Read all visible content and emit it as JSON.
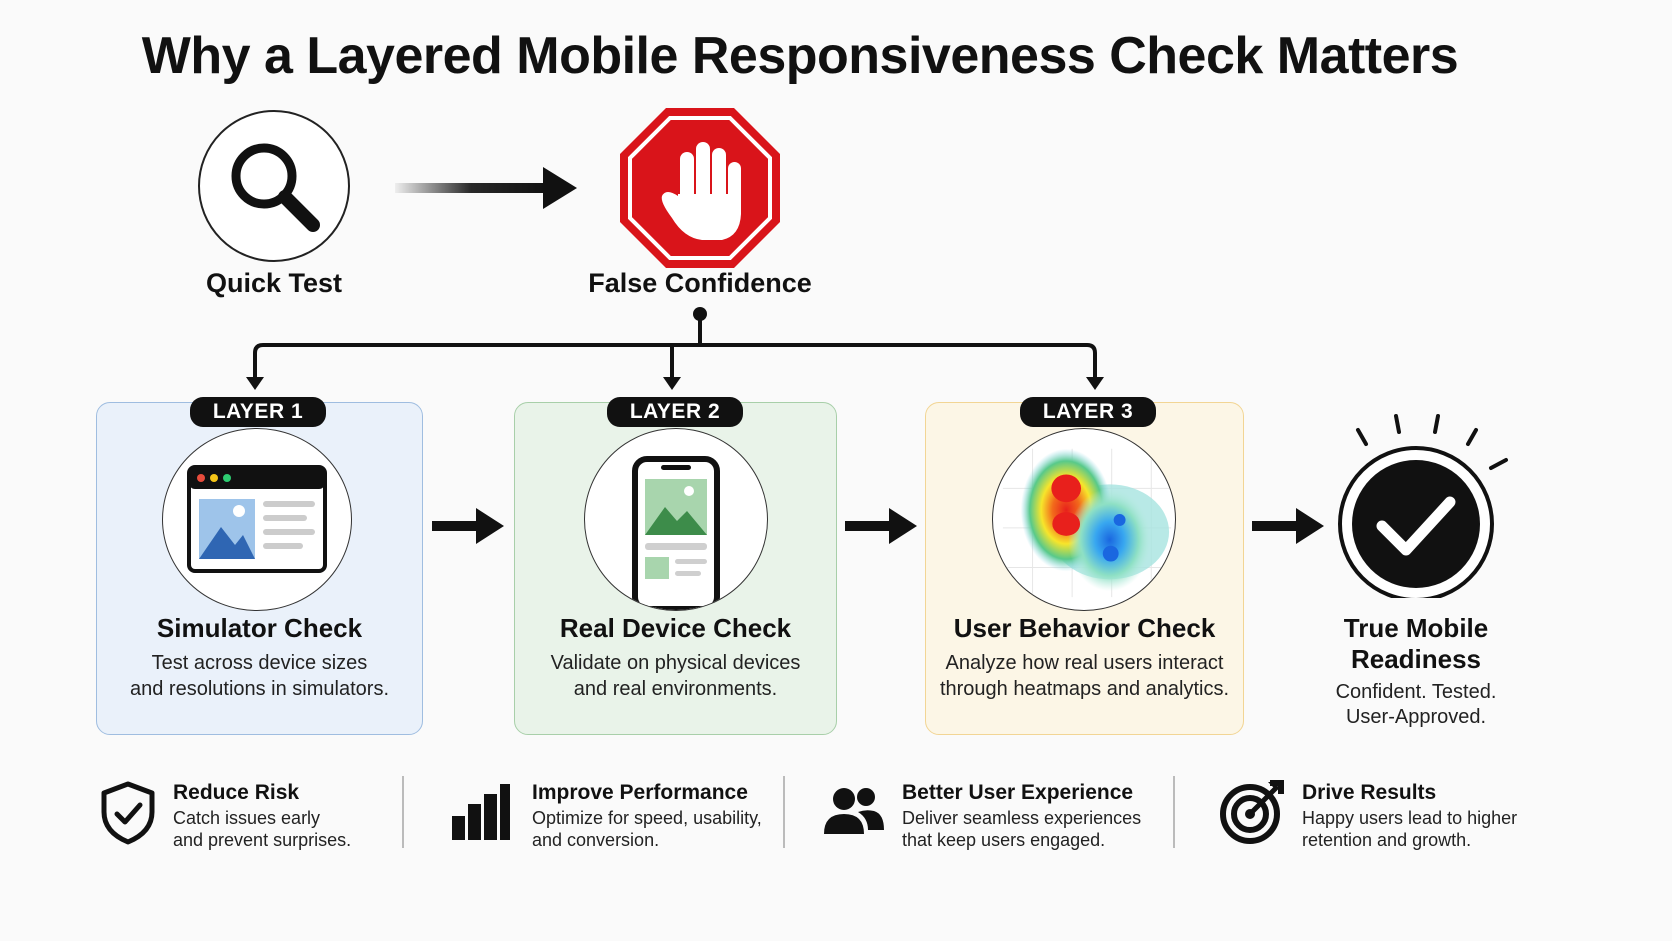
{
  "title": "Why a Layered Mobile Responsiveness Check Matters",
  "top_flow": {
    "start": {
      "label": "Quick Test",
      "icon": "magnifier-icon"
    },
    "end": {
      "label": "False Confidence",
      "icon": "stop-hand-icon"
    }
  },
  "layers": [
    {
      "badge": "LAYER 1",
      "title": "Simulator Check",
      "desc_line1": "Test across device sizes",
      "desc_line2": "and resolutions in simulators.",
      "icon": "browser-window-icon",
      "color": "#eaf1fa"
    },
    {
      "badge": "LAYER 2",
      "title": "Real Device Check",
      "desc_line1": "Validate on physical devices",
      "desc_line2": "and real environments.",
      "icon": "smartphone-icon",
      "color": "#e9f3e9"
    },
    {
      "badge": "LAYER 3",
      "title": "User Behavior Check",
      "desc_line1": "Analyze how real users interact",
      "desc_line2": "through heatmaps and analytics.",
      "icon": "heatmap-icon",
      "color": "#fcf6e6"
    }
  ],
  "result": {
    "title_line1": "True Mobile",
    "title_line2": "Readiness",
    "desc_line1": "Confident. Tested.",
    "desc_line2": "User-Approved.",
    "icon": "checkmark-icon"
  },
  "benefits": [
    {
      "title": "Reduce Risk",
      "desc_line1": "Catch issues early",
      "desc_line2": "and prevent surprises.",
      "icon": "shield-check-icon"
    },
    {
      "title": "Improve Performance",
      "desc_line1": "Optimize for speed, usability,",
      "desc_line2": "and conversion.",
      "icon": "bar-chart-icon"
    },
    {
      "title": "Better User Experience",
      "desc_line1": "Deliver seamless experiences",
      "desc_line2": "that keep users engaged.",
      "icon": "users-icon"
    },
    {
      "title": "Drive Results",
      "desc_line1": "Happy users lead to higher",
      "desc_line2": "retention and growth.",
      "icon": "target-icon"
    }
  ],
  "colors": {
    "stop_red": "#d9141a",
    "layer1_border": "#9fbde0",
    "layer2_border": "#a8cfa9",
    "layer3_border": "#f2d594"
  }
}
